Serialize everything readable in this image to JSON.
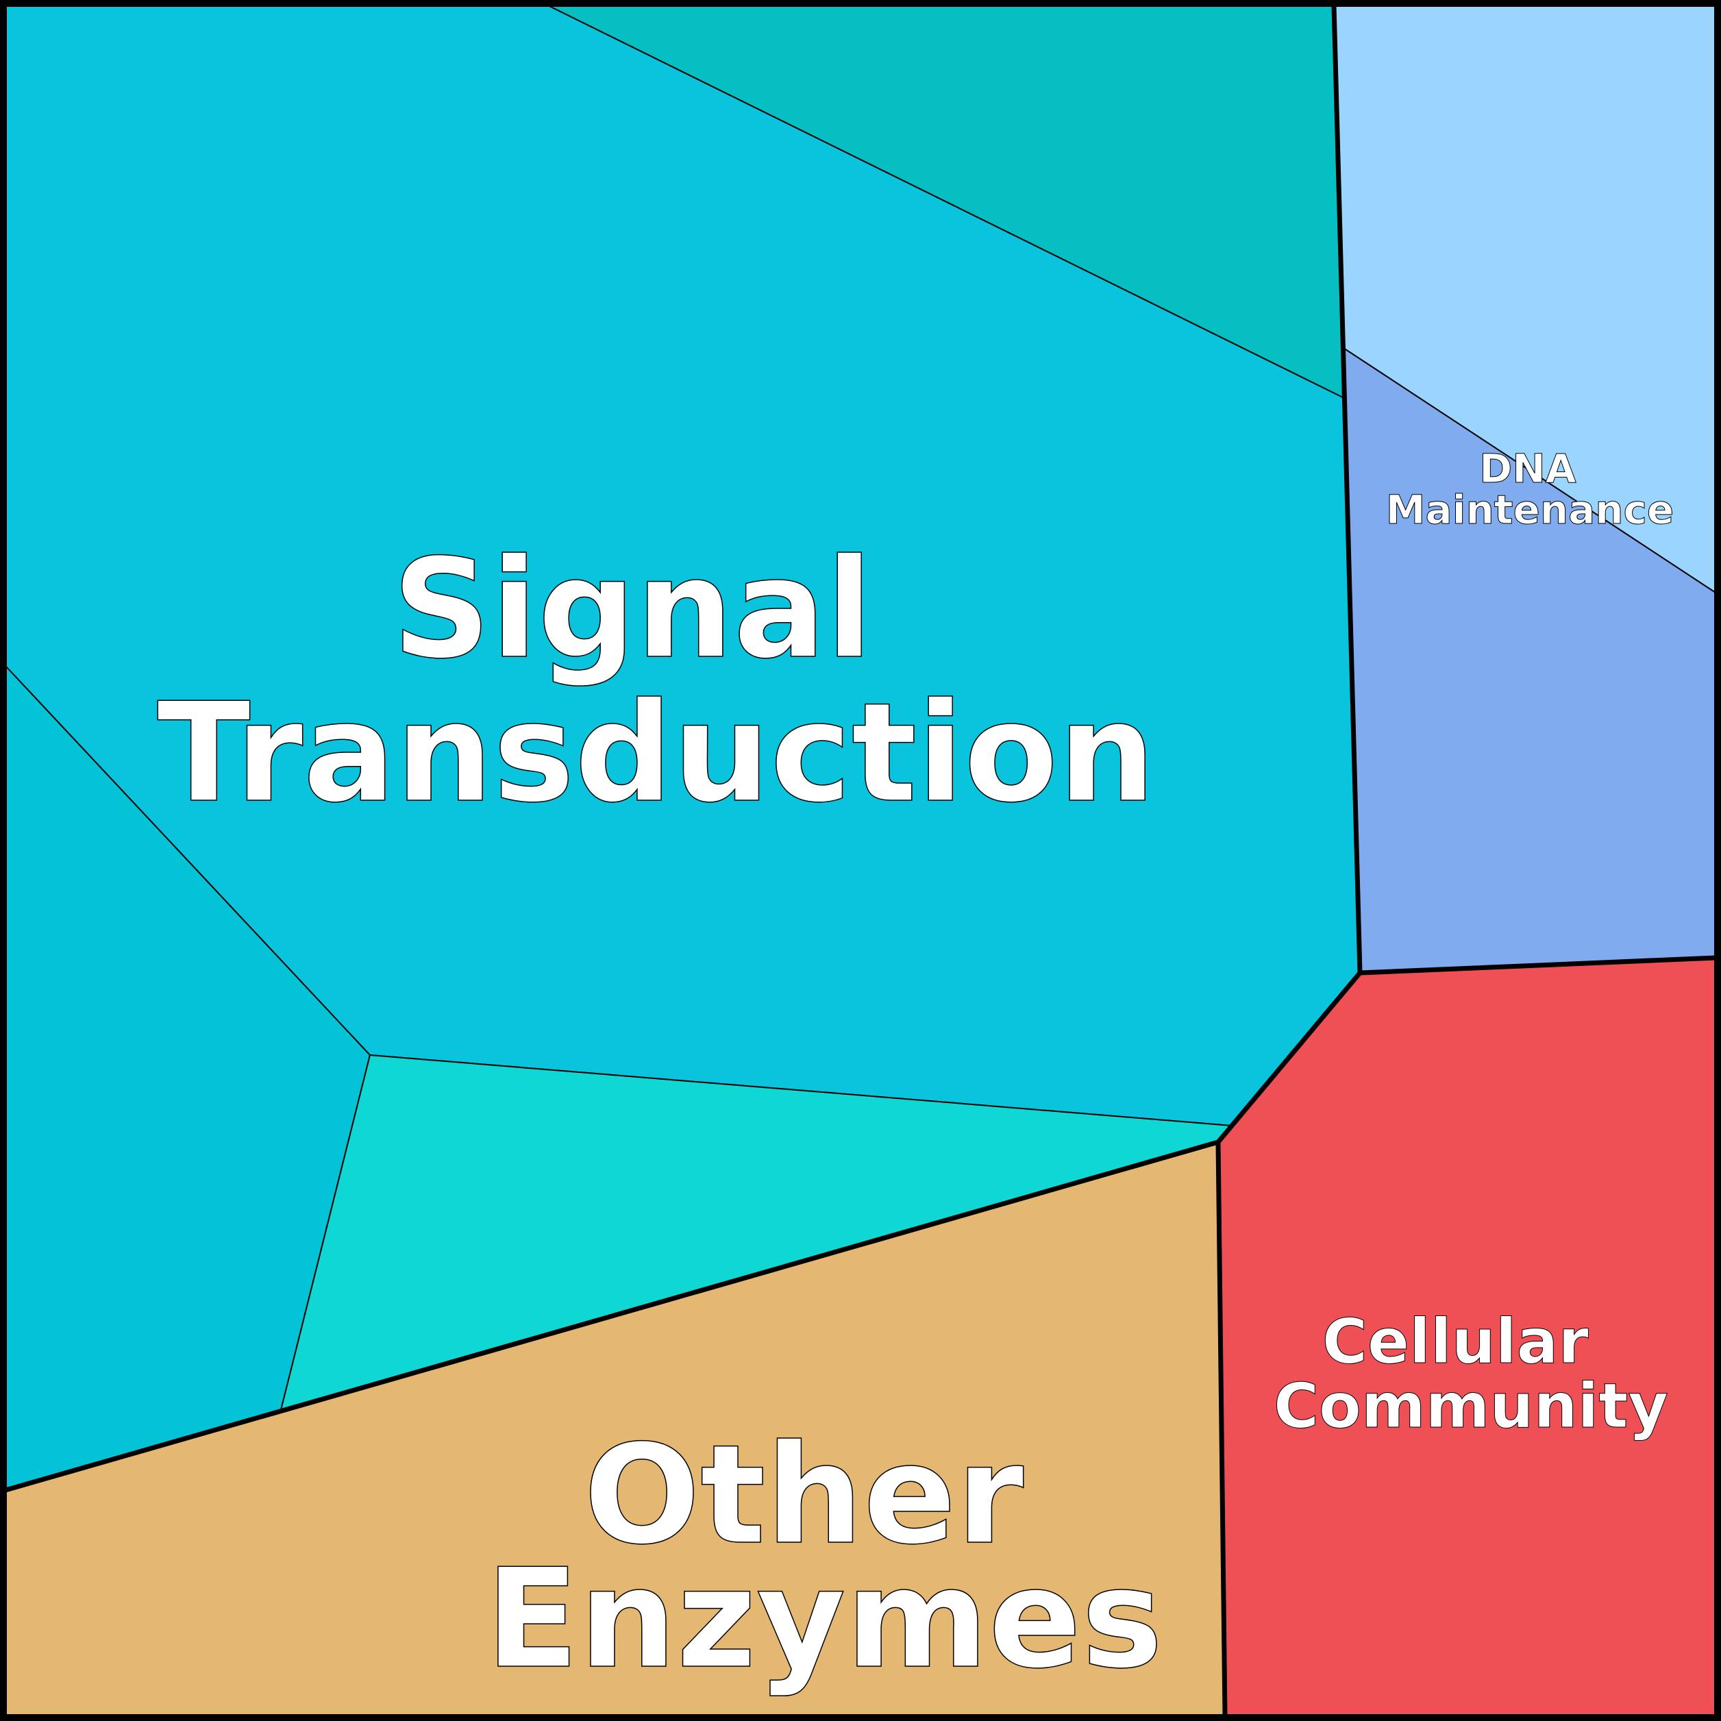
{
  "diagram": {
    "type": "voronoi-treemap",
    "labels": {
      "signal_transduction": [
        "Signal",
        "Transduction"
      ],
      "dna_maintenance": [
        "DNA",
        "Maintenance"
      ],
      "cellular_community": [
        "Cellular",
        "Community"
      ],
      "other_enzymes": [
        "Other",
        "Enzymes"
      ]
    },
    "colors": {
      "signal_transduction_main": "#0ac4dd",
      "signal_transduction_top": "#05bfc2",
      "signal_transduction_left": "#02c4d6",
      "signal_transduction_lower": "#0fd8d4",
      "dna_maintenance_upper": "#99d5ff",
      "dna_maintenance_lower": "#80acef",
      "cellular_community": "#ee5056",
      "other_enzymes": "#e4b872",
      "border": "#000000",
      "label_text": "#ffffff"
    }
  }
}
